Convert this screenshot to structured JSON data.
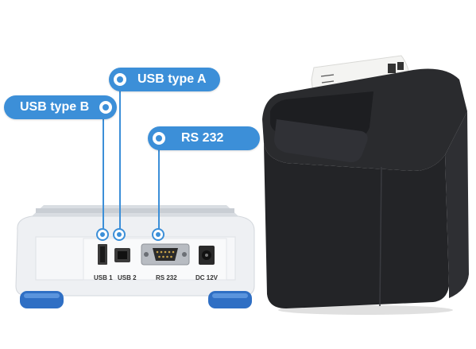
{
  "callouts": {
    "usb_a": "USB type A",
    "usb_b": "USB type B",
    "rs232": "RS 232"
  },
  "ports": {
    "usb1": "USB 1",
    "usb2": "USB 2",
    "rs232": "RS 232",
    "dc": "DC 12V"
  },
  "colors": {
    "accent": "#3c8fd8",
    "printer_body": "#232427",
    "scale_body": "#eef0f3",
    "feet": "#2f6fc4"
  }
}
